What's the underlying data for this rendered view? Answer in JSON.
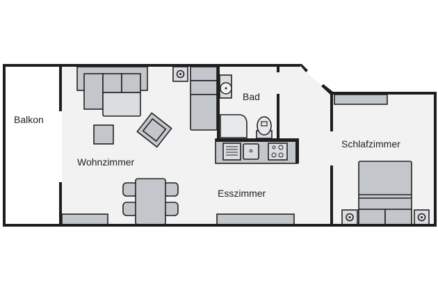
{
  "floorplan": {
    "rooms": {
      "balkon": "Balkon",
      "wohnzimmer": "Wohnzimmer",
      "esszimmer": "Esszimmer",
      "bad": "Bad",
      "schlafzimmer": "Schlafzimmer"
    },
    "colors": {
      "wall": "#1e1e1e",
      "floor": "#f2f2f2",
      "furniture": "#c3c6ca"
    }
  }
}
